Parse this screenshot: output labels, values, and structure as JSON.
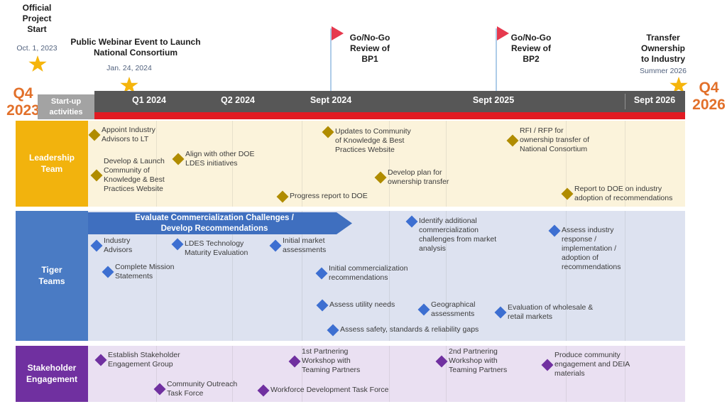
{
  "slide": {
    "period_start": "Q4\n2023",
    "period_end": "Q4\n2026"
  },
  "milestones": [
    {
      "label": "Official\nProject\nStart",
      "date": "Oct. 1, 2023",
      "icon": "star"
    },
    {
      "label": "Public Webinar Event to Launch\nNational Consortium",
      "date": "Jan. 24, 2024",
      "icon": "star"
    },
    {
      "label": "Go/No-Go\nReview of\nBP1",
      "icon": "flag"
    },
    {
      "label": "Go/No-Go\nReview of\nBP2",
      "icon": "flag"
    },
    {
      "label": "Transfer\nOwnership\nto Industry",
      "date": "Summer 2026",
      "icon": "star"
    }
  ],
  "timeline_header": {
    "startup_label": "Start-up\nactivities",
    "columns": [
      "Q1 2024",
      "Q2 2024",
      "Sept 2024",
      "Sept 2025",
      "Sept 2026"
    ]
  },
  "rows": [
    {
      "label": "Leadership\nTeam",
      "items": [
        {
          "text": "Appoint Industry\nAdvisors to LT"
        },
        {
          "text": "Develop & Launch\nCommunity of\nKnowledge & Best\nPractices Website"
        },
        {
          "text": "Align with other DOE\nLDES initiatives"
        },
        {
          "text": "Updates to Community\nof Knowledge & Best\nPractices Website"
        },
        {
          "text": "Develop plan for\nownership transfer"
        },
        {
          "text": "Progress report to DOE"
        },
        {
          "text": "RFI / RFP for\nownership transfer of\nNational Consortium"
        },
        {
          "text": "Report to DOE on industry\nadoption of recommendations"
        }
      ]
    },
    {
      "label": "Tiger\nTeams",
      "banner": "Evaluate Commercialization Challenges /\nDevelop Recommendations",
      "items": [
        {
          "text": "Industry\nAdvisors"
        },
        {
          "text": "LDES Technology\nMaturity Evaluation"
        },
        {
          "text": "Complete Mission\nStatements"
        },
        {
          "text": "Initial market\nassessments"
        },
        {
          "text": "Initial commercialization\nrecommendations"
        },
        {
          "text": "Assess utility needs"
        },
        {
          "text": "Assess safety, standards & reliability gaps"
        },
        {
          "text": "Identify additional\ncommercialization\nchallenges from market\nanalysis"
        },
        {
          "text": "Geographical\nassessments"
        },
        {
          "text": "Evaluation of wholesale &\nretail markets"
        },
        {
          "text": "Assess industry\nresponse /\nimplementation /\nadoption of\nrecommendations"
        }
      ]
    },
    {
      "label": "Stakeholder\nEngagement",
      "items": [
        {
          "text": "Establish Stakeholder\nEngagement Group"
        },
        {
          "text": "Community Outreach\nTask Force"
        },
        {
          "text": "1st Partnering\nWorkshop with\nTeaming Partners"
        },
        {
          "text": "Workforce Development Task Force"
        },
        {
          "text": "2nd Partnering\nWorkshop with\nTeaming Partners"
        },
        {
          "text": "Produce community\nengagement and DEIA\nmaterials"
        }
      ]
    }
  ],
  "colors": {
    "accent_orange": "#E2702A",
    "star_gold": "#F5B50C",
    "flag_red": "#E6394E",
    "header_bar_gray": "#575757",
    "startup_gray": "#A3A3A3",
    "stripe_red": "#E11B22",
    "leadership_fill": "#F2B30D",
    "leadership_diamond": "#B08C00",
    "leadership_bg": "#FBF3DB",
    "tiger_fill": "#4A7BC4",
    "tiger_diamond": "#3D6FD1",
    "tiger_bg": "#DDE2F0",
    "stakeholder_fill": "#7030A0",
    "stakeholder_bg": "#EAE0F2"
  }
}
